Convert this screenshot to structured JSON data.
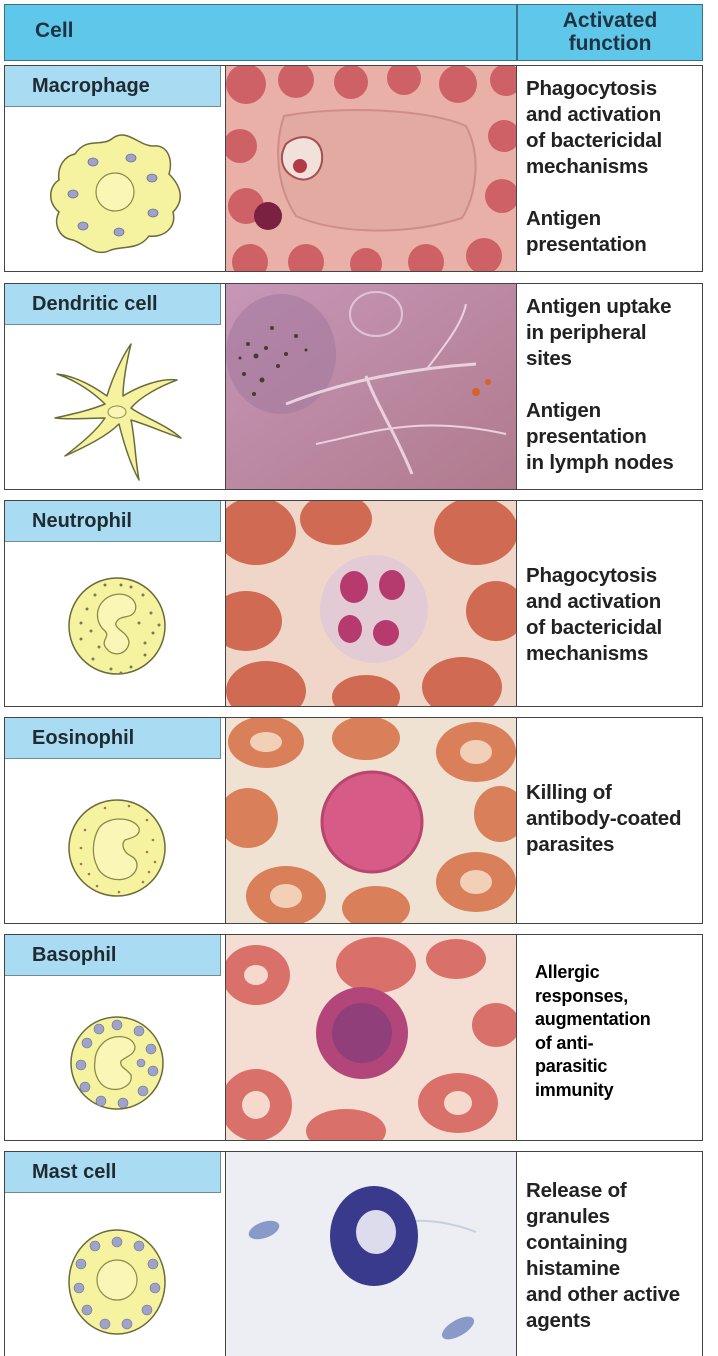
{
  "header": {
    "cell": "Cell",
    "function": "Activated\nfunction"
  },
  "rows": [
    {
      "name": "Macrophage",
      "lines": [
        "Phagocytosis",
        "and activation",
        "of bactericidal",
        "mechanisms",
        "",
        "Antigen",
        "presentation"
      ]
    },
    {
      "name": "Dendritic cell",
      "lines": [
        "Antigen uptake",
        "in peripheral",
        "sites",
        "",
        "Antigen",
        "presentation",
        "in lymph nodes"
      ]
    },
    {
      "name": "Neutrophil",
      "lines": [
        "",
        "",
        "Phagocytosis",
        "and activation",
        "of bactericidal",
        "mechanisms"
      ]
    },
    {
      "name": "Eosinophil",
      "lines": [
        "",
        "",
        "Killing of",
        "antibody-coated",
        "parasites"
      ]
    },
    {
      "name": "Basophil",
      "lines": [
        "Allergic",
        "responses,",
        "augmentation",
        "of  anti-",
        "parasitic",
        "immunity"
      ]
    },
    {
      "name": "Mast cell",
      "lines": [
        "Release of",
        "granules",
        "containing",
        "histamine",
        "and other active",
        "agents"
      ]
    }
  ]
}
